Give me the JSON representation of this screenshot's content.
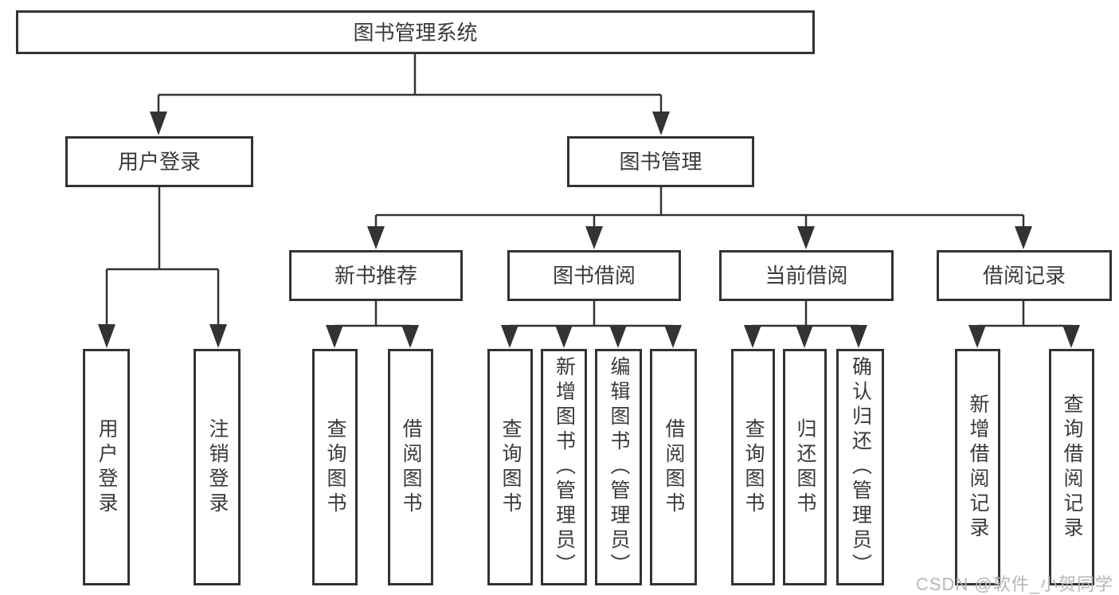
{
  "tree": {
    "label": "图书管理系统",
    "children": [
      {
        "label": "用户登录",
        "children": [
          {
            "label": "用户登录"
          },
          {
            "label": "注销登录"
          }
        ]
      },
      {
        "label": "图书管理",
        "children": [
          {
            "label": "新书推荐",
            "children": [
              {
                "label": "查询图书"
              },
              {
                "label": "借阅图书"
              }
            ]
          },
          {
            "label": "图书借阅",
            "children": [
              {
                "label": "查询图书"
              },
              {
                "label": "新增图书（管理员）"
              },
              {
                "label": "编辑图书（管理员）"
              },
              {
                "label": "借阅图书"
              }
            ]
          },
          {
            "label": "当前借阅",
            "children": [
              {
                "label": "查询图书"
              },
              {
                "label": "归还图书"
              },
              {
                "label": "确认归还（管理员）"
              }
            ]
          },
          {
            "label": "借阅记录",
            "children": [
              {
                "label": "新增借阅记录"
              },
              {
                "label": "查询借阅记录"
              }
            ]
          }
        ]
      }
    ]
  },
  "watermark": {
    "text": "CSDN @软件_小贺同学"
  },
  "colors": {
    "line": "#333333",
    "border": "#333333",
    "text": "#3a3a3a",
    "box_fill": "#ffffff",
    "background": "#ffffff",
    "watermark": "#b6b6b6"
  }
}
